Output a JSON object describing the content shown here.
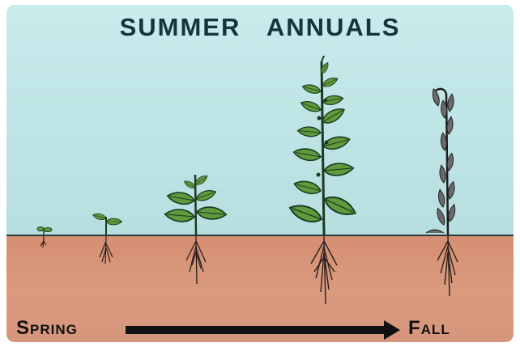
{
  "title": "SUMMER ANNUALS",
  "timeline": {
    "start_label": "Spring",
    "end_label": "Fall"
  },
  "colors": {
    "sky": "#bfe3e4",
    "soil": "#d8947a",
    "leaf": "#5f9a3c",
    "leaf_outline": "#1c3a22",
    "root": "#2b1f1c",
    "dead_leaf": "#6a6a6a",
    "arrow": "#111111"
  },
  "plants": [
    {
      "stage": "seedling",
      "icon": "seedling-icon"
    },
    {
      "stage": "young",
      "icon": "young-plant-icon"
    },
    {
      "stage": "growing",
      "icon": "growing-plant-icon"
    },
    {
      "stage": "mature",
      "icon": "mature-plant-icon"
    },
    {
      "stage": "dead",
      "icon": "dead-plant-icon"
    }
  ]
}
